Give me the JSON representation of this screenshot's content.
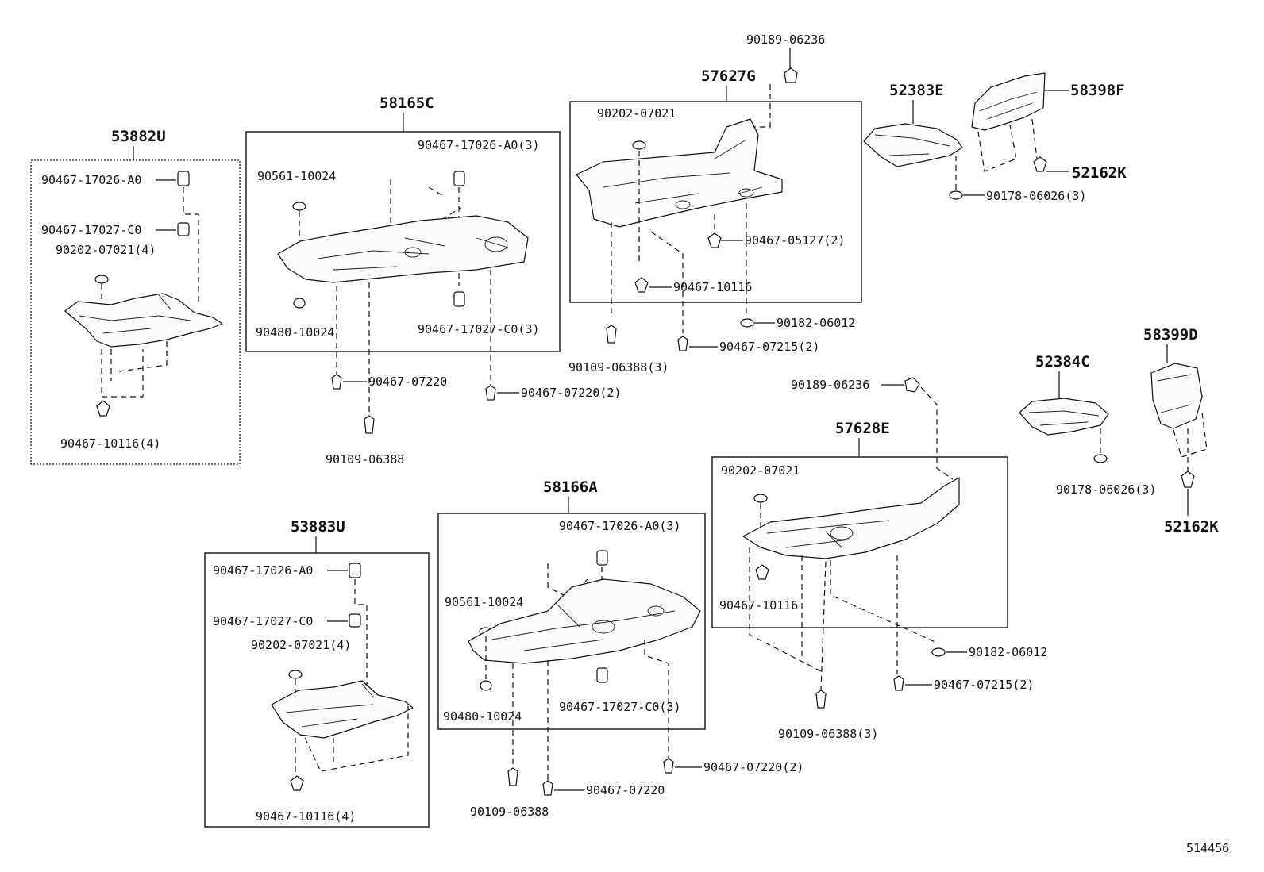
{
  "diagram_number": "514456",
  "assemblies": {
    "a53882U": "53882U",
    "a58165C": "58165C",
    "a57627G": "57627G",
    "a52383E": "52383E",
    "a58398F": "58398F",
    "a52162K_top": "52162K",
    "a58399D": "58399D",
    "a52384C": "52384C",
    "a52162K_bottom": "52162K",
    "a57628E": "57628E",
    "a58166A": "58166A",
    "a53883U": "53883U"
  },
  "callouts": {
    "g1_a0": "90467-17026-A0",
    "g1_c0": "90467-17027-C0",
    "g1_nut": "90202-07021(4)",
    "g1_clip": "90467-10116(4)",
    "g2_a0": "90467-17026-A0(3)",
    "g2_nut": "90561-10024",
    "g2_bolt": "90480-10024",
    "g2_c0": "90467-17027-C0(3)",
    "g2_out1": "90467-07220",
    "g2_out2": "90467-07220(2)",
    "g2_out3": "90109-06388",
    "g3_top": "90189-06236",
    "g3_nut": "90202-07021",
    "g3_clip2": "90467-05127(2)",
    "g3_clip": "90467-10116",
    "g3_out1": "90182-06012",
    "g3_out2": "90467-07215(2)",
    "g3_out3": "90109-06388(3)",
    "g4_clip": "90178-06026(3)",
    "g5_clip": "90178-06026(3)",
    "g6_top": "90189-06236",
    "g6_nut": "90202-07021",
    "g6_clip": "90467-10116",
    "g6_out1": "90182-06012",
    "g6_out2": "90467-07215(2)",
    "g6_out3": "90109-06388(3)",
    "g7_a0": "90467-17026-A0(3)",
    "g7_nut": "90561-10024",
    "g7_bolt": "90480-10024",
    "g7_c0": "90467-17027-C0(3)",
    "g7_out1": "90467-07220(2)",
    "g7_out2": "90467-07220",
    "g7_out3": "90109-06388",
    "g8_a0": "90467-17026-A0",
    "g8_c0": "90467-17027-C0",
    "g8_nut": "90202-07021(4)",
    "g8_clip": "90467-10116(4)"
  }
}
